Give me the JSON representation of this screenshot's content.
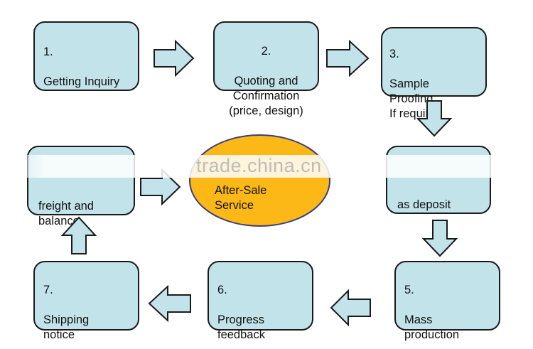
{
  "steps": [
    {
      "id": "s1",
      "number": "1.",
      "text": "Getting Inquiry"
    },
    {
      "id": "s2",
      "number": "2.",
      "text": "Quoting and\nConfirmation\n(price, design)"
    },
    {
      "id": "s3",
      "number": "3.",
      "text": "Sample\nProofing\n If required"
    },
    {
      "id": "s4",
      "number": "",
      "text": "as deposit"
    },
    {
      "id": "s5",
      "number": "5.",
      "text": "Mass\nproduction"
    },
    {
      "id": "s6",
      "number": "6.",
      "text": "Progress\nfeedback"
    },
    {
      "id": "s7",
      "number": "7.",
      "text": "Shipping\nnotice"
    },
    {
      "id": "s8",
      "number": "",
      "text": "freight and\nbalance"
    }
  ],
  "center": {
    "text": "After-Sale\nService"
  },
  "watermark": "trade.china.cn",
  "colors": {
    "box_fill": "#c1e3e9",
    "ellipse_fill": "#fbb817",
    "arrow_fill": "#c1e3e9",
    "outline": "#1a1a1a"
  }
}
